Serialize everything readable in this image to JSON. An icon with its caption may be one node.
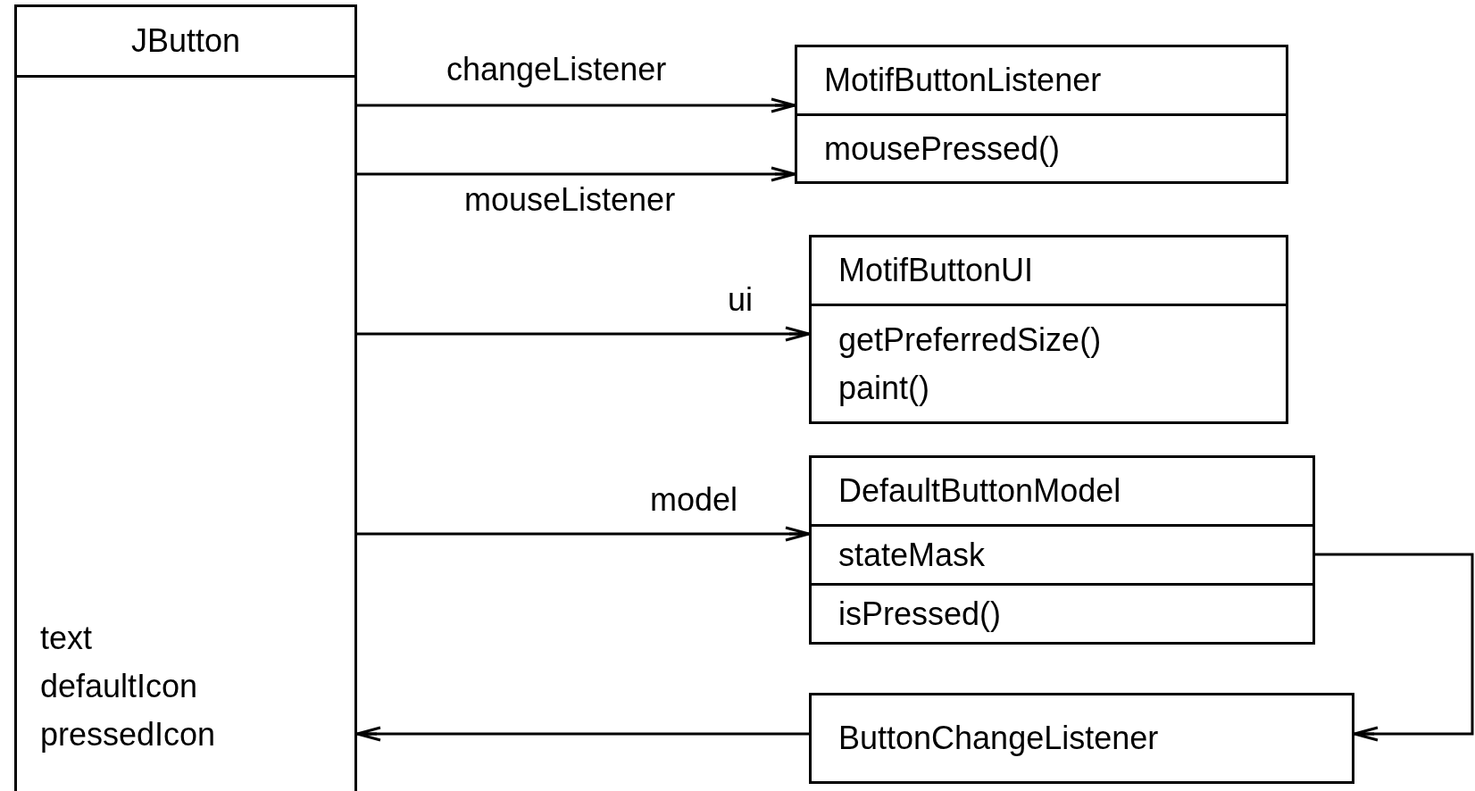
{
  "diagram": {
    "nodes": [
      {
        "text": [
          "JButton",
          "text",
          "defaultIcon",
          "pressedIcon"
        ]
      },
      {
        "text": [
          "MotifButtonListener",
          "mousePressed()"
        ]
      },
      {
        "text": [
          "MotifButtonUI",
          "getPreferredSize()",
          "paint()"
        ]
      },
      {
        "text": [
          "DefaultButtonModel",
          "stateMask",
          "isPressed()"
        ]
      },
      {
        "text": [
          "ButtonChangeListener"
        ]
      }
    ],
    "edges": [
      {
        "from": 0,
        "to": 1,
        "arrow": "to",
        "label": "changeListener"
      },
      {
        "from": 0,
        "to": 1,
        "arrow": "to",
        "label": "mouseListener"
      },
      {
        "from": 0,
        "to": 2,
        "arrow": "to",
        "label": "ui"
      },
      {
        "from": 0,
        "to": 3,
        "arrow": "to",
        "label": "model"
      },
      {
        "from": 3,
        "to": 4,
        "arrow": "to"
      },
      {
        "from": 4,
        "to": 0,
        "arrow": "to"
      }
    ]
  }
}
